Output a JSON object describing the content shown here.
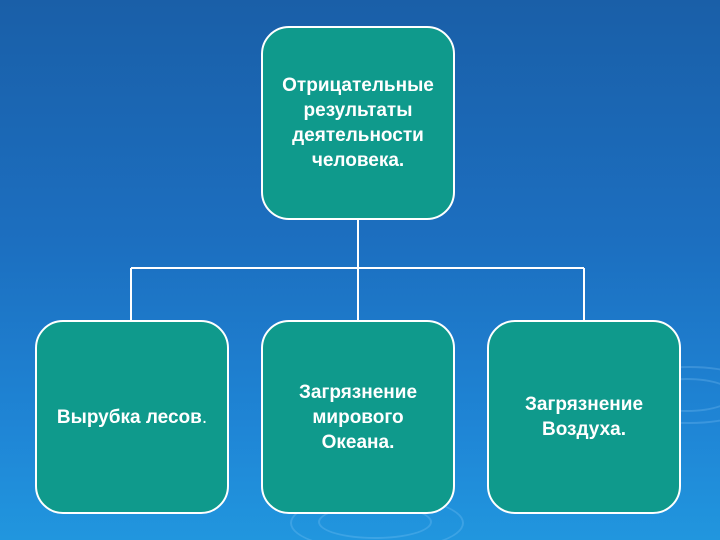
{
  "diagram": {
    "root": {
      "label": "Отрицательные\nрезультаты\nдеятельности\nчеловека."
    },
    "children": [
      {
        "label": "Вырубка лесов",
        "suffix": "."
      },
      {
        "label": "Загрязнение\nмирового\nОкеана."
      },
      {
        "label": "Загрязнение\nВоздуха."
      }
    ]
  },
  "colors": {
    "background_top": "#1a5fa8",
    "background_bottom": "#2196de",
    "box_fill": "#0f9a8c",
    "box_border": "#ffffff",
    "text": "#ffffff",
    "connector": "#ffffff"
  }
}
